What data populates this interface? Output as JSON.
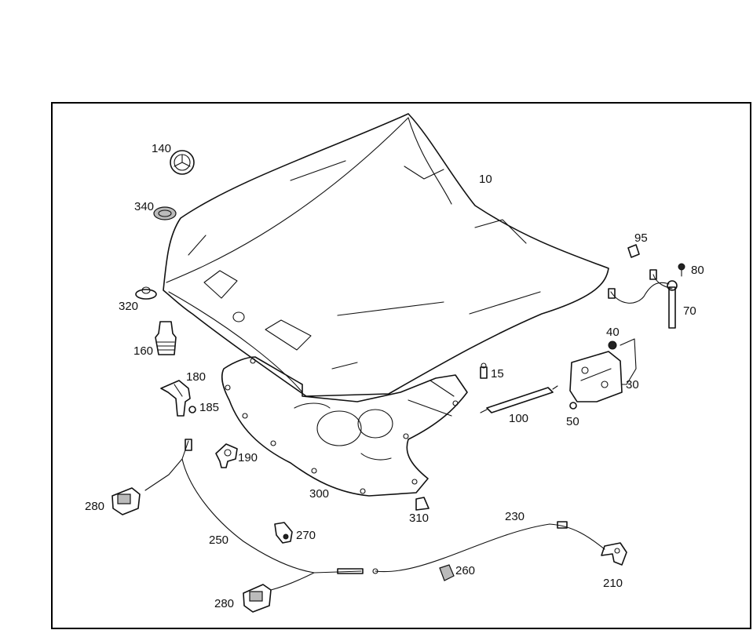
{
  "labels": {
    "p10": "10",
    "p15": "15",
    "p30": "30",
    "p40": "40",
    "p50": "50",
    "p70": "70",
    "p80": "80",
    "p95": "95",
    "p100": "100",
    "p140": "140",
    "p160": "160",
    "p180": "180",
    "p185": "185",
    "p190": "190",
    "p210": "210",
    "p230": "230",
    "p250": "250",
    "p260": "260",
    "p270": "270",
    "p280a": "280",
    "p280b": "280",
    "p300": "300",
    "p310": "310",
    "p320": "320",
    "p340": "340"
  }
}
